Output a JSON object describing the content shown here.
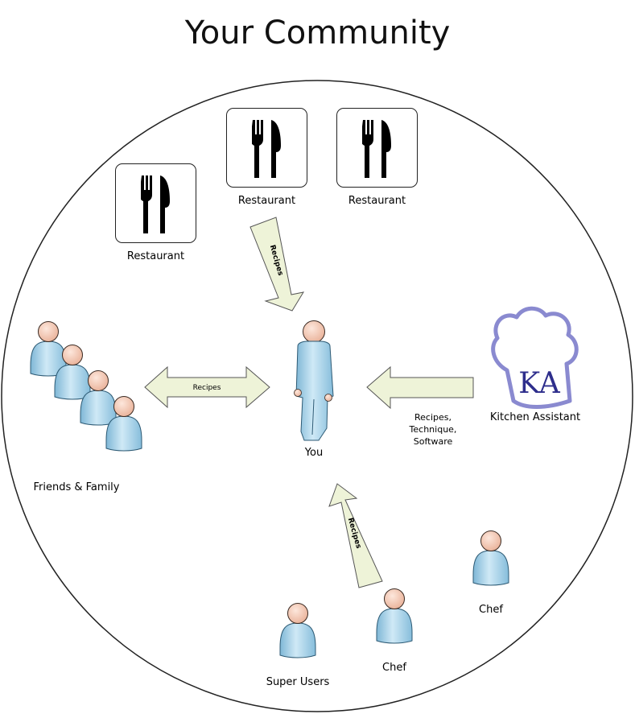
{
  "title": "Your Community",
  "nodes": {
    "you": "You",
    "restaurants": [
      "Restaurant",
      "Restaurant",
      "Restaurant"
    ],
    "friends_family": "Friends & Family",
    "kitchen_assistant": "Kitchen Assistant",
    "ka_logo_text": "KA",
    "super_users": "Super Users",
    "chefs": [
      "Chef",
      "Chef"
    ]
  },
  "arrows": {
    "restaurant_to_you": "Recipes",
    "friends_you": "Recipes",
    "ka_to_you": [
      "Recipes,",
      "Technique,",
      "Software"
    ],
    "chef_to_you": "Recipes"
  },
  "colors": {
    "person_body": "#a8d4ea",
    "person_head": "#f6d0bc",
    "arrow_fill": "#eef3d8",
    "ka_outline": "#8a8ad0",
    "ka_text": "#2e2e8c"
  }
}
